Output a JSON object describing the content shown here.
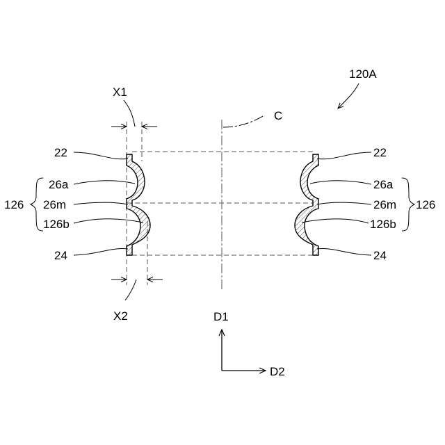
{
  "figure": {
    "id": "120A",
    "center_axis": "C",
    "dim_x1": "X1",
    "dim_x2": "X2",
    "dir_vertical": "D1",
    "dir_horizontal": "D2"
  },
  "left_labels": {
    "top_end": "22",
    "bellows_a": "26a",
    "bellows_m": "26m",
    "bellows_b": "126b",
    "bottom_end": "24",
    "group": "126"
  },
  "right_labels": {
    "top_end": "22",
    "bellows_a": "26a",
    "bellows_m": "26m",
    "bellows_b": "126b",
    "bottom_end": "24",
    "group": "126"
  }
}
